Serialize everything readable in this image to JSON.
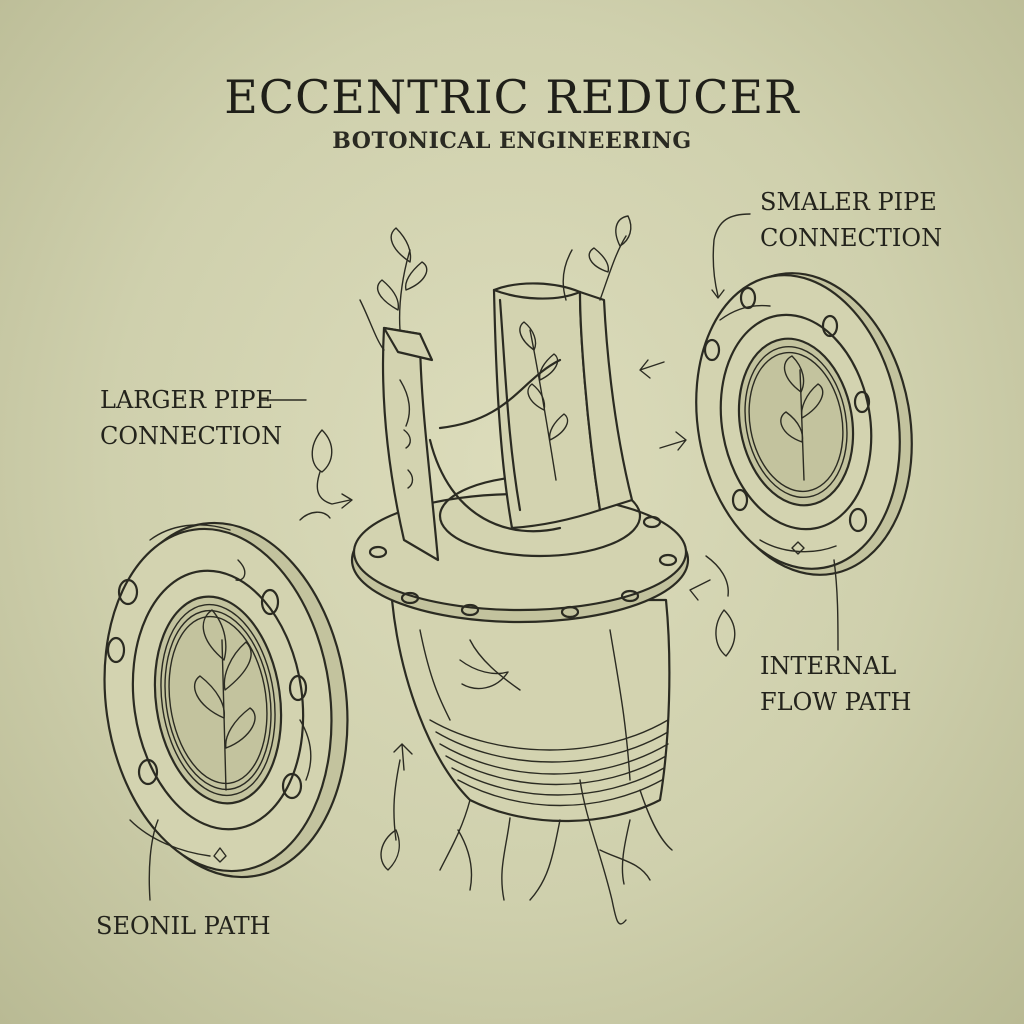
{
  "title": "ECCENTRIC REDUCER",
  "subtitle": "BOTONICAL ENGINEERING",
  "callouts": {
    "smaller_pipe_line1": "SMALER PIPE",
    "smaller_pipe_line2": "CONNECTION",
    "larger_pipe_line1": "LARGER PIPE",
    "larger_pipe_line2": "CONNECTION",
    "internal_flow_line1": "INTERNAL",
    "internal_flow_line2": "FLOW PATH",
    "seonil_path": "SEONIL PATH"
  },
  "colors": {
    "paper": "#d4d4b2",
    "ink": "#2b2b22"
  }
}
